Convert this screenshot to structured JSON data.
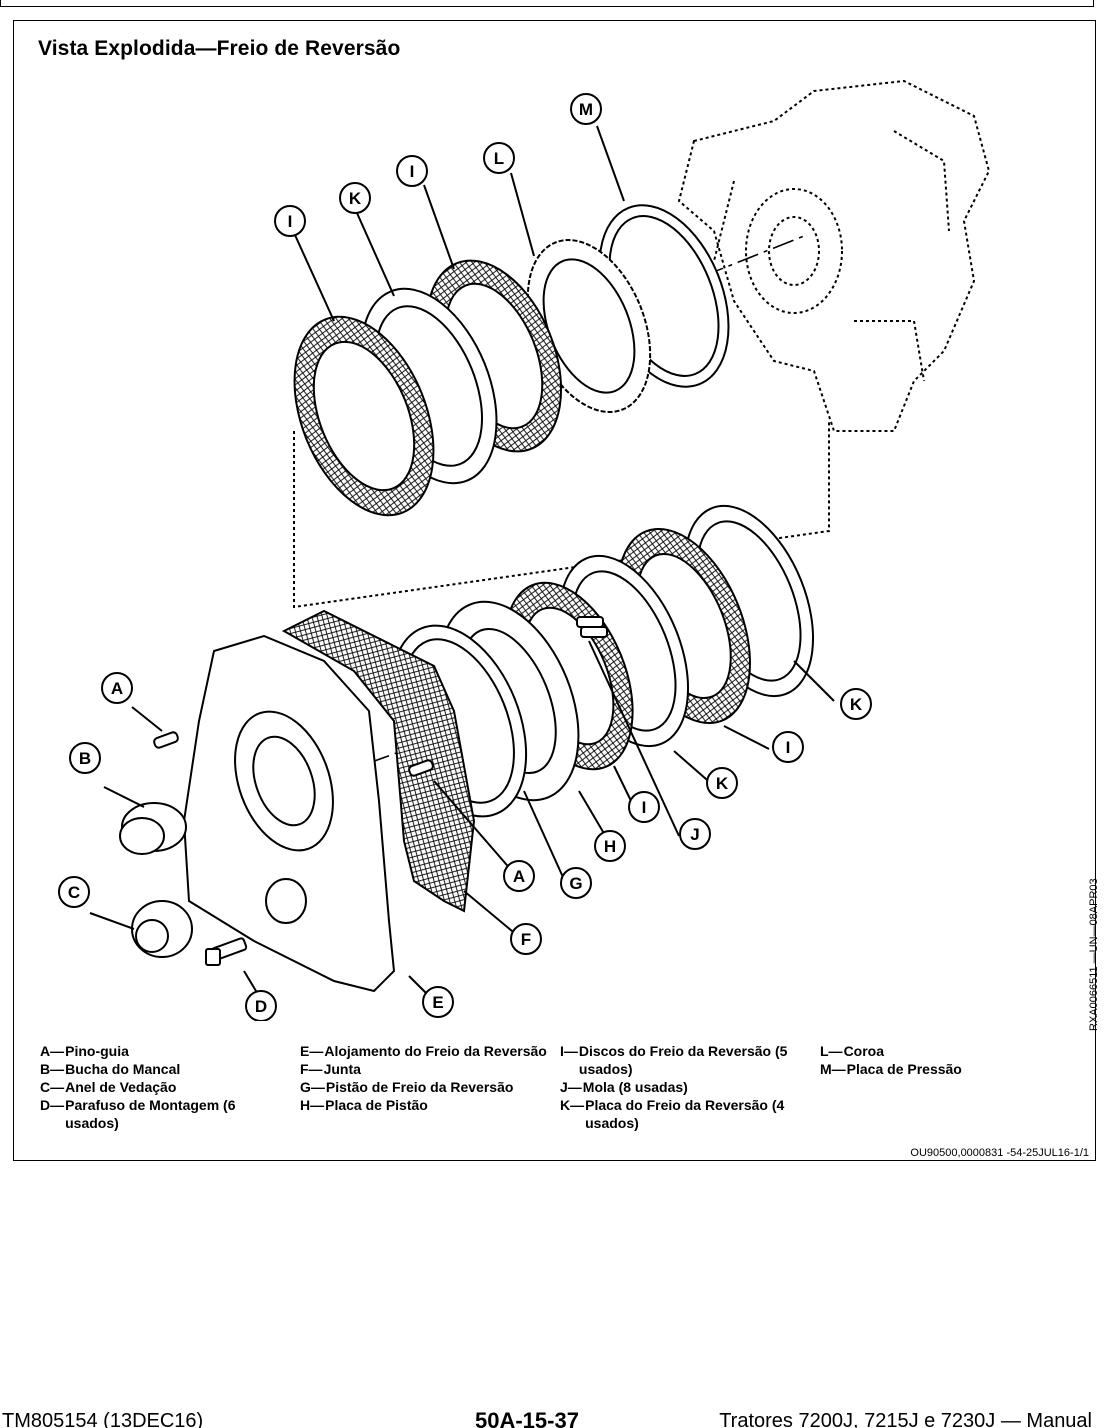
{
  "title": "Vista Explodida—Freio de Reversão",
  "callouts": {
    "A": "A",
    "B": "B",
    "C": "C",
    "D": "D",
    "E": "E",
    "F": "F",
    "G": "G",
    "H": "H",
    "I": "I",
    "J": "J",
    "K": "K",
    "L": "L",
    "M": "M"
  },
  "figure_ref": "RXA0066511 —UN—08APR03",
  "legend": {
    "col1": [
      {
        "key": "A—",
        "text": "Pino-guia"
      },
      {
        "key": "B—",
        "text": "Bucha do Mancal"
      },
      {
        "key": "C—",
        "text": "Anel de Vedação"
      },
      {
        "key": "D—",
        "text": "Parafuso de Montagem (6 usados)"
      }
    ],
    "col2": [
      {
        "key": "E—",
        "text": "Alojamento do Freio da Reversão"
      },
      {
        "key": "F—",
        "text": "Junta"
      },
      {
        "key": "G—",
        "text": "Pistão de Freio da Reversão"
      },
      {
        "key": "H—",
        "text": "Placa de Pistão"
      }
    ],
    "col3": [
      {
        "key": "I— ",
        "text": "Discos do Freio da Reversão (5 usados)"
      },
      {
        "key": "J— ",
        "text": "Mola (8 usadas)"
      },
      {
        "key": "K—",
        "text": "Placa do Freio da Reversão (4 usados)"
      }
    ],
    "col4": [
      {
        "key": "L— ",
        "text": "Coroa"
      },
      {
        "key": "M—",
        "text": "Placa de Pressão"
      }
    ]
  },
  "ref_code": "OU90500,0000831 -54-25JUL16-1/1",
  "footer": {
    "left": "TM805154 (13DEC16)",
    "center": "50A-15-37",
    "right": "Tratores 7200J, 7215J e 7230J — Manual"
  }
}
